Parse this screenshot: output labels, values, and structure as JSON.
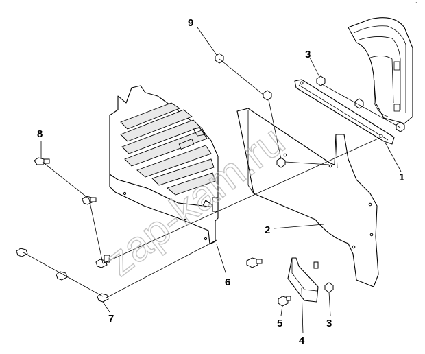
{
  "callouts": {
    "c1": "1",
    "c2": "2",
    "c3a": "3",
    "c3b": "3",
    "c4": "4",
    "c5": "5",
    "c6": "6",
    "c7": "7",
    "c8": "8",
    "c9": "9"
  },
  "watermark": "zap-kam.ru",
  "corner_mark": "´"
}
